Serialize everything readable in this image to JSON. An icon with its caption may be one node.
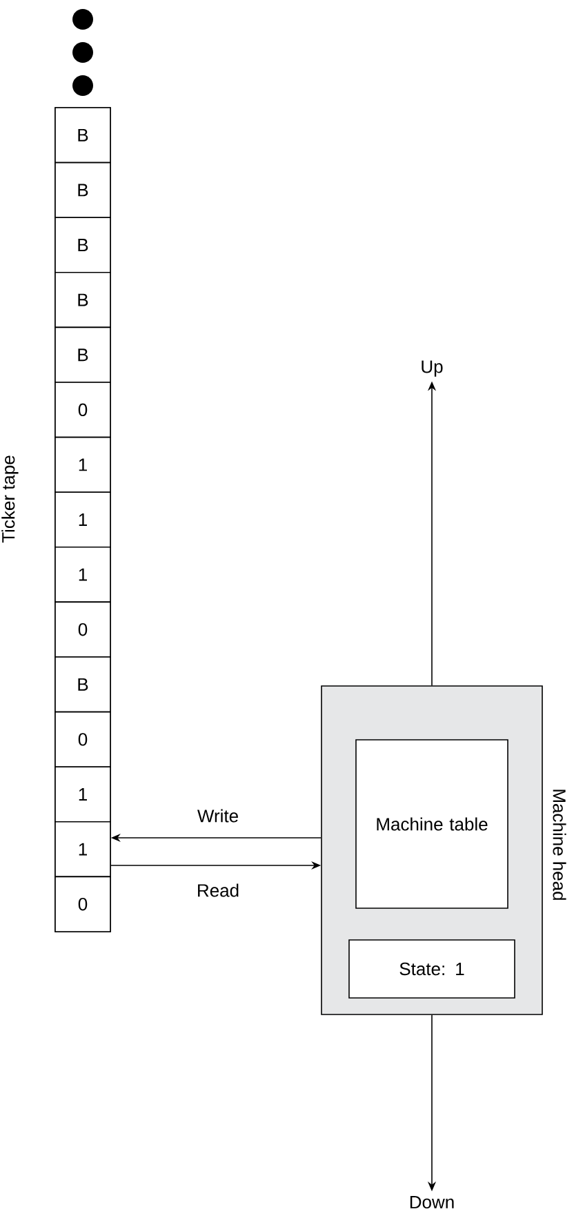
{
  "diagram": {
    "nodes": [
      {
        "text": [
          "Ticker tape"
        ]
      },
      {
        "text": [
          "B"
        ],
        "in": 0
      },
      {
        "text": [
          "B"
        ],
        "in": 0
      },
      {
        "text": [
          "B"
        ],
        "in": 0
      },
      {
        "text": [
          "B"
        ],
        "in": 0
      },
      {
        "text": [
          "B"
        ],
        "in": 0
      },
      {
        "text": [
          "0"
        ],
        "in": 0
      },
      {
        "text": [
          "1"
        ],
        "in": 0
      },
      {
        "text": [
          "1"
        ],
        "in": 0
      },
      {
        "text": [
          "1"
        ],
        "in": 0
      },
      {
        "text": [
          "0"
        ],
        "in": 0
      },
      {
        "text": [
          "B"
        ],
        "in": 0
      },
      {
        "text": [
          "0"
        ],
        "in": 0
      },
      {
        "text": [
          "1"
        ],
        "in": 0
      },
      {
        "text": [
          "1"
        ],
        "in": 0
      },
      {
        "text": [
          "0"
        ],
        "in": 0
      },
      {
        "text": [
          "Machine head"
        ]
      },
      {
        "text": [
          "Machine table"
        ],
        "in": 16
      },
      {
        "text": [
          "State: 1"
        ],
        "in": 16
      },
      {
        "text": [
          "Up"
        ]
      },
      {
        "text": [
          "Down"
        ]
      }
    ],
    "edges": [
      {
        "from": 16,
        "to": 19,
        "arrow": "to"
      },
      {
        "from": 16,
        "to": 14,
        "arrow": "to",
        "label": "Write"
      },
      {
        "from": 14,
        "to": 16,
        "arrow": "to",
        "label": "Read"
      },
      {
        "from": 16,
        "to": 20,
        "arrow": "to"
      }
    ]
  }
}
